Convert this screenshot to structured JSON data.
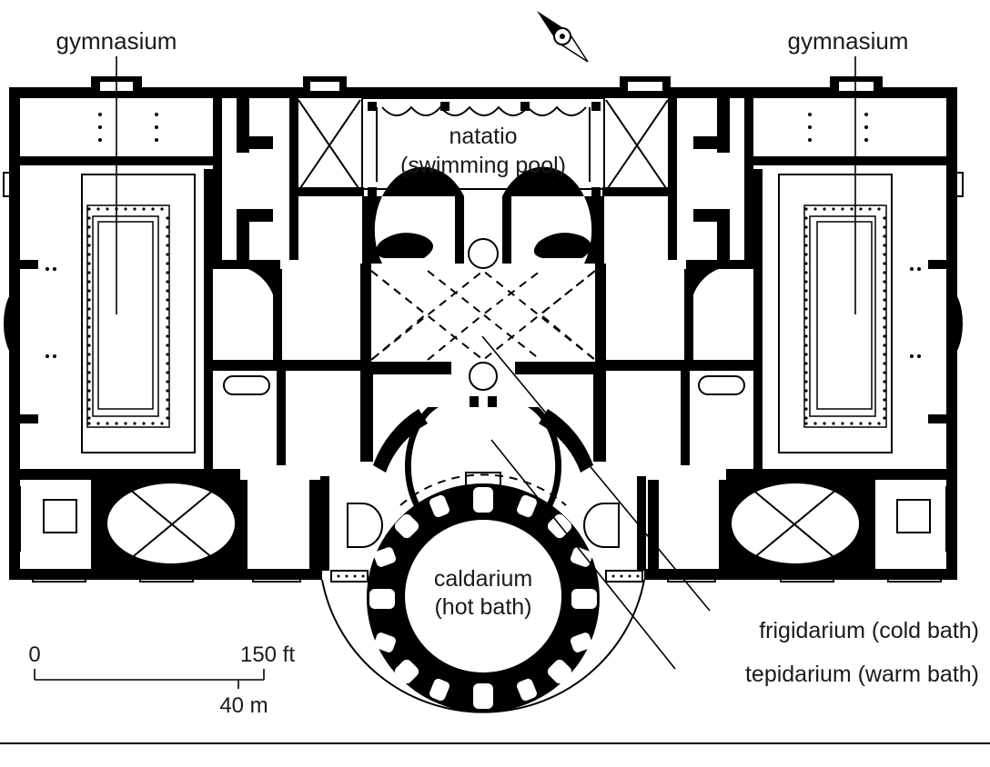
{
  "labels": {
    "gymnasium_left": "gymnasium",
    "gymnasium_right": "gymnasium",
    "natatio_line1": "natatio",
    "natatio_line2": "(swimming pool)",
    "caldarium_line1": "caldarium",
    "caldarium_line2": "(hot bath)",
    "frigidarium": "frigidarium (cold bath)",
    "tepidarium": "tepidarium (warm bath)"
  },
  "scale": {
    "zero": "0",
    "feet": "150 ft",
    "meters": "40 m"
  },
  "icons": {
    "compass": "compass-north-arrow-icon"
  },
  "colors": {
    "wall": "#000000",
    "background": "#ffffff"
  }
}
